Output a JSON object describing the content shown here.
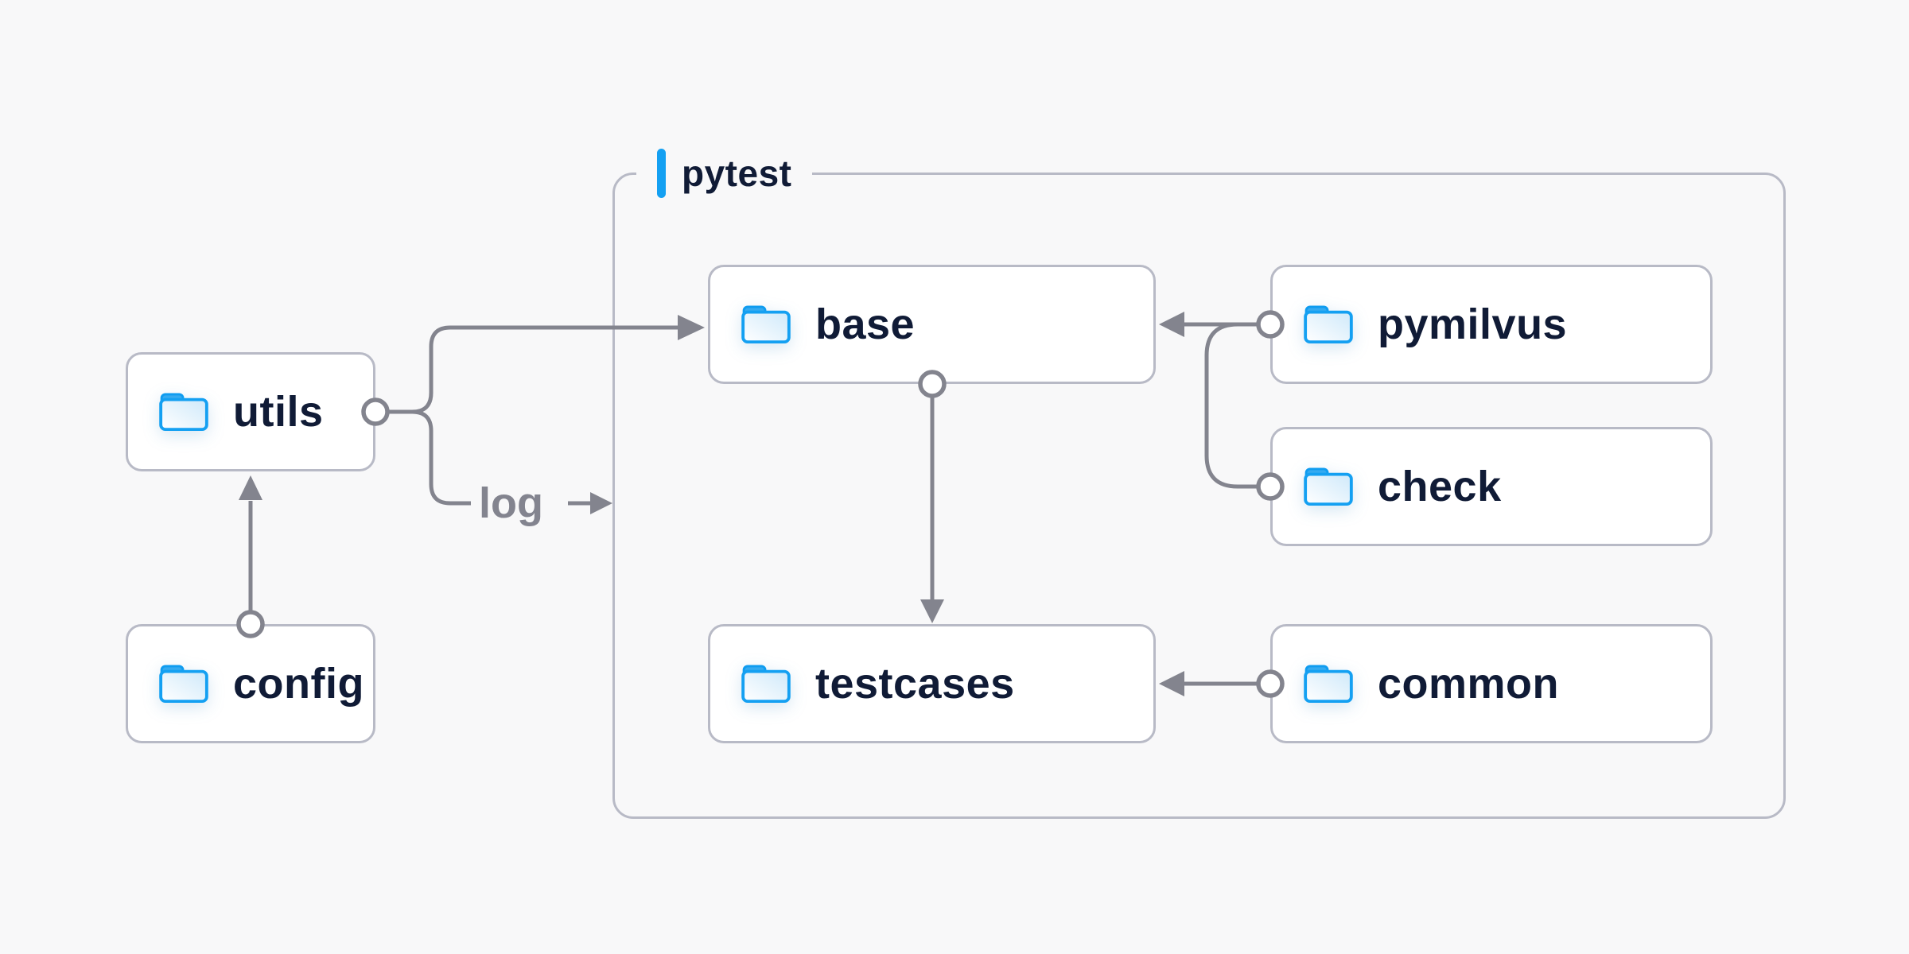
{
  "title": {
    "label": "pytest"
  },
  "nodes": [
    {
      "id": "utils",
      "label": "utils",
      "icon": "folder-icon"
    },
    {
      "id": "config",
      "label": "config",
      "icon": "folder-icon"
    },
    {
      "id": "base",
      "label": "base",
      "icon": "folder-icon"
    },
    {
      "id": "testcases",
      "label": "testcases",
      "icon": "folder-icon"
    },
    {
      "id": "pymilvus",
      "label": "pymilvus",
      "icon": "folder-icon"
    },
    {
      "id": "check",
      "label": "check",
      "icon": "folder-icon"
    },
    {
      "id": "common",
      "label": "common",
      "icon": "folder-icon"
    }
  ],
  "edge_labels": {
    "log": "log"
  },
  "diagram": {
    "type": "dependency-graph",
    "container": {
      "label": "pytest",
      "children": [
        "base",
        "testcases",
        "pymilvus",
        "check",
        "common"
      ]
    },
    "edges": [
      {
        "from": "config",
        "to": "utils"
      },
      {
        "from": "utils",
        "to": "base"
      },
      {
        "from": "utils",
        "to": "pytest-container",
        "label": "log"
      },
      {
        "from": "pymilvus",
        "to": "base"
      },
      {
        "from": "check",
        "to": "base"
      },
      {
        "from": "base",
        "to": "testcases"
      },
      {
        "from": "common",
        "to": "testcases"
      }
    ]
  },
  "colors": {
    "background": "#f8f8f9",
    "node_background": "#ffffff",
    "node_border": "#b8bac6",
    "container_border": "#b8bac6",
    "connector": "#83848e",
    "accent_blue": "#14a0f2",
    "folder_blue": "#14a0f2",
    "label_text": "#101b36",
    "edge_label_text": "#83848f"
  }
}
